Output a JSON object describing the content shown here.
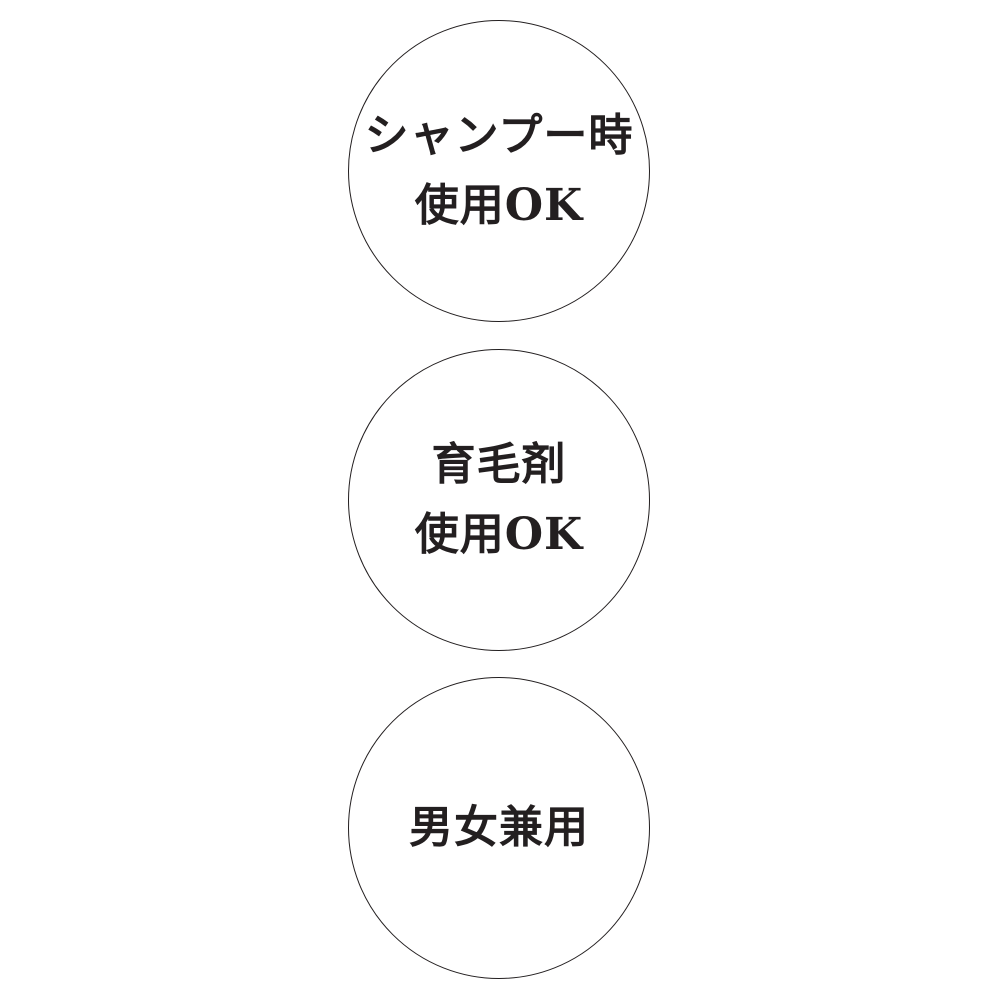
{
  "colors": {
    "background": "#ffffff",
    "border": "#231f20",
    "text": "#231f20"
  },
  "badges": [
    {
      "lines": [
        "シャンプー時",
        "使用OK"
      ]
    },
    {
      "lines": [
        "育毛剤",
        "使用OK"
      ]
    },
    {
      "lines": [
        "男女兼用"
      ]
    }
  ]
}
